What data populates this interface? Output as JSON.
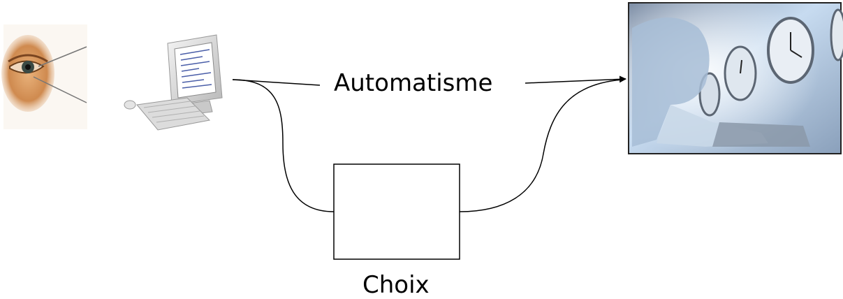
{
  "labels": {
    "automatisme": "Automatisme",
    "choix": "Choix"
  },
  "images": {
    "eye": "eye-illustration",
    "computer": "desktop-computer-illustration",
    "photo": "person-at-laptop-with-clocks-photo"
  },
  "colors": {
    "line": "#000000",
    "photo_frame": "#222222",
    "photo_tint": "#a9c7e4"
  }
}
